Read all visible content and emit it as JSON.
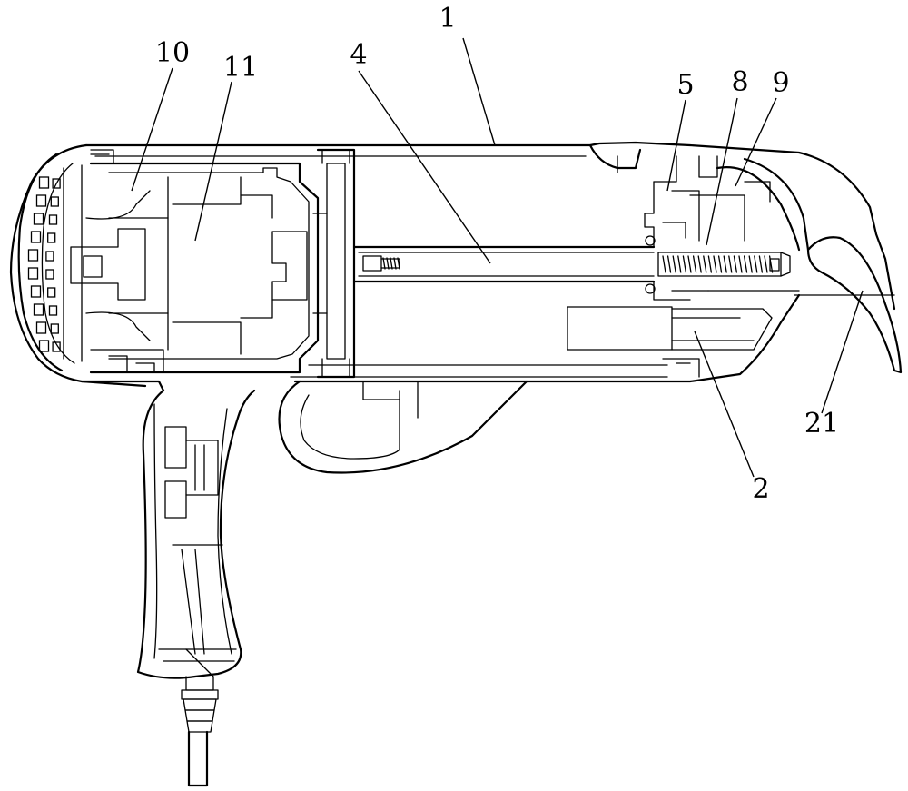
{
  "figure": {
    "labels": [
      {
        "id": "housing",
        "text": "1"
      },
      {
        "id": "part-10",
        "text": "10"
      },
      {
        "id": "part-11",
        "text": "11"
      },
      {
        "id": "shaft",
        "text": "4"
      },
      {
        "id": "part-5",
        "text": "5"
      },
      {
        "id": "spring",
        "text": "8"
      },
      {
        "id": "part-9",
        "text": "9"
      },
      {
        "id": "trigger",
        "text": "21"
      },
      {
        "id": "lower-part",
        "text": "2"
      }
    ]
  }
}
